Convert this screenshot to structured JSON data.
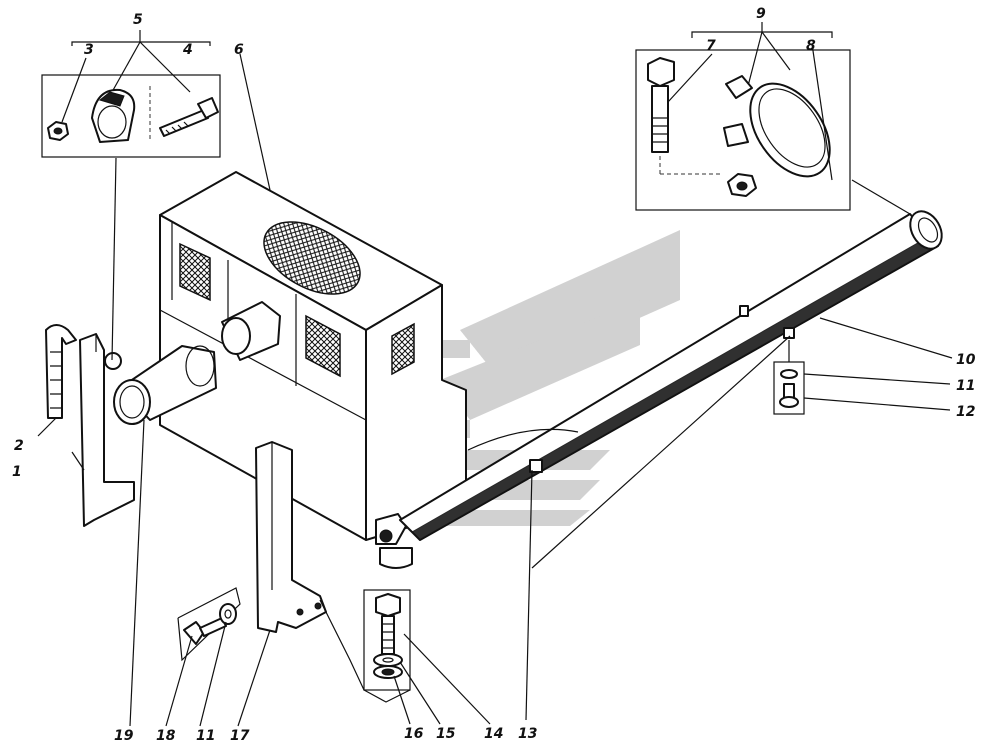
{
  "callouts": [
    {
      "id": "1",
      "text": "1"
    },
    {
      "id": "2",
      "text": "2"
    },
    {
      "id": "3",
      "text": "3"
    },
    {
      "id": "4",
      "text": "4"
    },
    {
      "id": "5",
      "text": "5"
    },
    {
      "id": "6",
      "text": "6"
    },
    {
      "id": "7",
      "text": "7"
    },
    {
      "id": "8",
      "text": "8"
    },
    {
      "id": "9",
      "text": "9"
    },
    {
      "id": "10",
      "text": "10"
    },
    {
      "id": "11a",
      "text": "11"
    },
    {
      "id": "11b",
      "text": "11"
    },
    {
      "id": "12",
      "text": "12"
    },
    {
      "id": "13",
      "text": "13"
    },
    {
      "id": "14",
      "text": "14"
    },
    {
      "id": "15",
      "text": "15"
    },
    {
      "id": "16",
      "text": "16"
    },
    {
      "id": "17",
      "text": "17"
    },
    {
      "id": "18",
      "text": "18"
    },
    {
      "id": "19",
      "text": "19"
    }
  ],
  "colors": {
    "ink": "#111111",
    "watermark": "#c9c9c9",
    "background": "#ffffff"
  }
}
